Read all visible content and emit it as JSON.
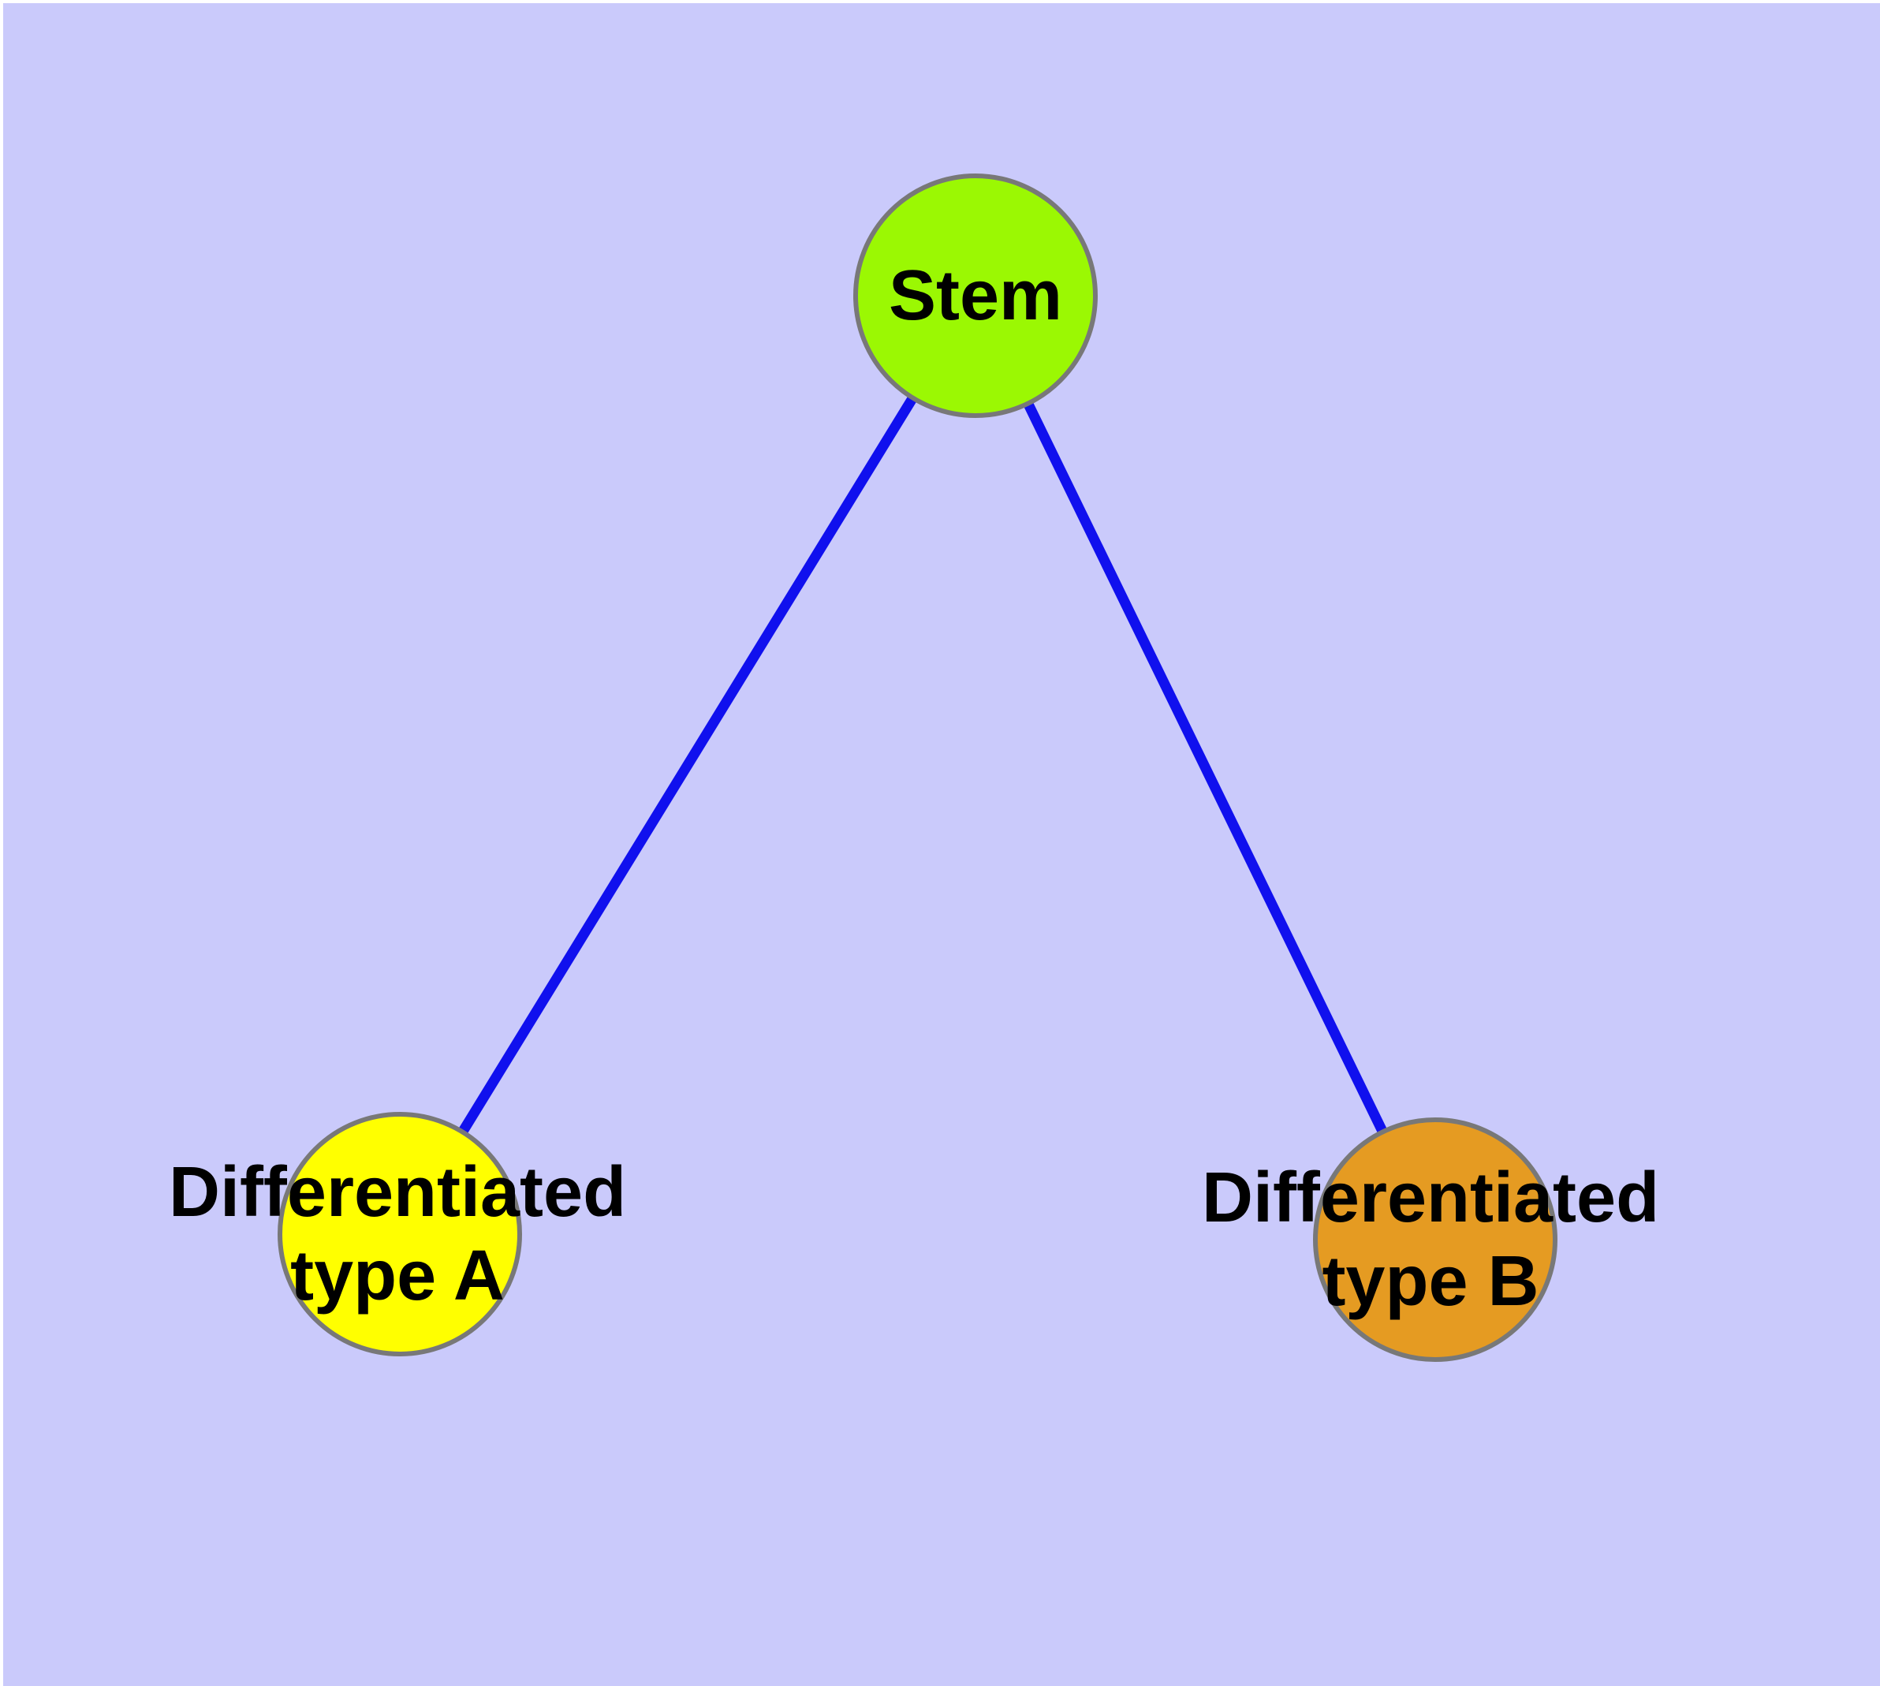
{
  "diagram": {
    "background_color": "#CACAFB",
    "frame_color": "#FFFFFF",
    "edge_color": "#1010EE",
    "node_border_color": "#787878",
    "label_color": "#000000",
    "nodes": [
      {
        "id": "stem",
        "label": "Stem",
        "color": "#9BF803"
      },
      {
        "id": "differentiated-type-a",
        "label_line1": "Differentiated",
        "label_line2": "type A",
        "color": "#FFFF00"
      },
      {
        "id": "differentiated-type-b",
        "label_line1": "Differentiated",
        "label_line2": "type B",
        "color": "#E59B22"
      }
    ],
    "edges": [
      {
        "from": "Stem",
        "to": "Differentiated type A"
      },
      {
        "from": "Stem",
        "to": "Differentiated type B"
      }
    ]
  }
}
